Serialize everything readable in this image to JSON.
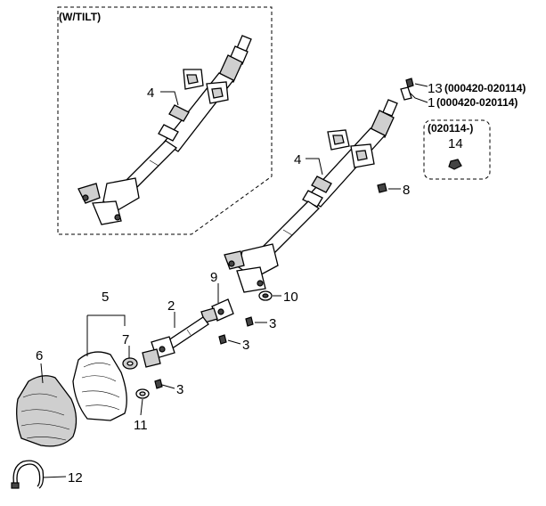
{
  "inset_tilt": {
    "caption": "(W/TILT)"
  },
  "inset_late": {
    "caption": "(020114-)",
    "part_no": "14"
  },
  "callouts": [
    {
      "id": "c13",
      "number": "13",
      "note": "(000420-020114)"
    },
    {
      "id": "c1",
      "number": "1",
      "note": "(000420-020114)"
    },
    {
      "id": "c4a",
      "number": "4",
      "note": ""
    },
    {
      "id": "c4b",
      "number": "4",
      "note": ""
    },
    {
      "id": "c8",
      "number": "8",
      "note": ""
    },
    {
      "id": "c9",
      "number": "9",
      "note": ""
    },
    {
      "id": "c10",
      "number": "10",
      "note": ""
    },
    {
      "id": "c2",
      "number": "2",
      "note": ""
    },
    {
      "id": "c3a",
      "number": "3",
      "note": ""
    },
    {
      "id": "c3b",
      "number": "3",
      "note": ""
    },
    {
      "id": "c3c",
      "number": "3",
      "note": ""
    },
    {
      "id": "c5",
      "number": "5",
      "note": ""
    },
    {
      "id": "c7",
      "number": "7",
      "note": ""
    },
    {
      "id": "c6",
      "number": "6",
      "note": ""
    },
    {
      "id": "c11",
      "number": "11",
      "note": ""
    },
    {
      "id": "c12",
      "number": "12",
      "note": ""
    }
  ]
}
